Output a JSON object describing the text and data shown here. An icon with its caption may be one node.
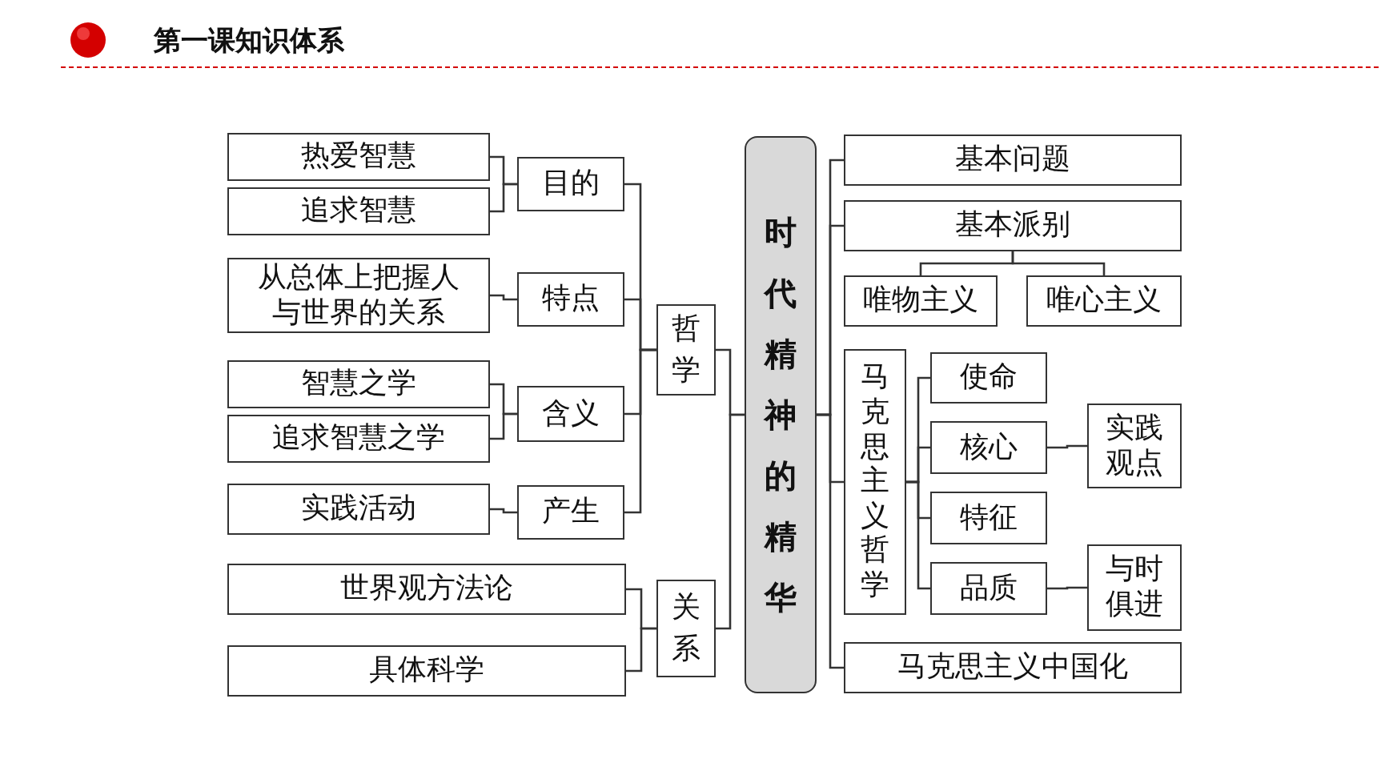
{
  "diagram": {
    "title": "第一课知识体系",
    "nodes": [
      {
        "text": [
          "时代精神的精华"
        ]
      },
      {
        "text": [
          "哲学"
        ]
      },
      {
        "text": [
          "关系"
        ]
      },
      {
        "text": [
          "目的"
        ]
      },
      {
        "text": [
          "特点"
        ]
      },
      {
        "text": [
          "含义"
        ]
      },
      {
        "text": [
          "产生"
        ]
      },
      {
        "text": [
          "热爱智慧"
        ]
      },
      {
        "text": [
          "追求智慧"
        ]
      },
      {
        "text": [
          "从总体上把握人与世界的关系"
        ]
      },
      {
        "text": [
          "智慧之学"
        ]
      },
      {
        "text": [
          "追求智慧之学"
        ]
      },
      {
        "text": [
          "实践活动"
        ]
      },
      {
        "text": [
          "世界观方法论"
        ]
      },
      {
        "text": [
          "具体科学"
        ]
      },
      {
        "text": [
          "基本问题"
        ]
      },
      {
        "text": [
          "基本派别"
        ]
      },
      {
        "text": [
          "唯物主义"
        ]
      },
      {
        "text": [
          "唯心主义"
        ]
      },
      {
        "text": [
          "马克思主义哲学"
        ]
      },
      {
        "text": [
          "使命"
        ]
      },
      {
        "text": [
          "核心"
        ]
      },
      {
        "text": [
          "特征"
        ]
      },
      {
        "text": [
          "品质"
        ]
      },
      {
        "text": [
          "实践观点"
        ]
      },
      {
        "text": [
          "与时俱进"
        ]
      },
      {
        "text": [
          "马克思主义中国化"
        ]
      }
    ],
    "edges": [
      {
        "from": 0,
        "to": 1,
        "arrow": "none"
      },
      {
        "from": 0,
        "to": 2,
        "arrow": "none"
      },
      {
        "from": 1,
        "to": 3,
        "arrow": "none"
      },
      {
        "from": 1,
        "to": 4,
        "arrow": "none"
      },
      {
        "from": 1,
        "to": 5,
        "arrow": "none"
      },
      {
        "from": 1,
        "to": 6,
        "arrow": "none"
      },
      {
        "from": 3,
        "to": 7,
        "arrow": "none"
      },
      {
        "from": 3,
        "to": 8,
        "arrow": "none"
      },
      {
        "from": 4,
        "to": 9,
        "arrow": "none"
      },
      {
        "from": 5,
        "to": 10,
        "arrow": "none"
      },
      {
        "from": 5,
        "to": 11,
        "arrow": "none"
      },
      {
        "from": 6,
        "to": 12,
        "arrow": "none"
      },
      {
        "from": 2,
        "to": 13,
        "arrow": "none"
      },
      {
        "from": 2,
        "to": 14,
        "arrow": "none"
      },
      {
        "from": 0,
        "to": 15,
        "arrow": "none"
      },
      {
        "from": 0,
        "to": 16,
        "arrow": "none"
      },
      {
        "from": 0,
        "to": 19,
        "arrow": "none"
      },
      {
        "from": 0,
        "to": 26,
        "arrow": "none"
      },
      {
        "from": 16,
        "to": 17,
        "arrow": "none"
      },
      {
        "from": 16,
        "to": 18,
        "arrow": "none"
      },
      {
        "from": 19,
        "to": 20,
        "arrow": "none"
      },
      {
        "from": 19,
        "to": 21,
        "arrow": "none"
      },
      {
        "from": 19,
        "to": 22,
        "arrow": "none"
      },
      {
        "from": 19,
        "to": 23,
        "arrow": "none"
      },
      {
        "from": 21,
        "to": 24,
        "arrow": "none"
      },
      {
        "from": 23,
        "to": 25,
        "arrow": "none"
      }
    ]
  }
}
